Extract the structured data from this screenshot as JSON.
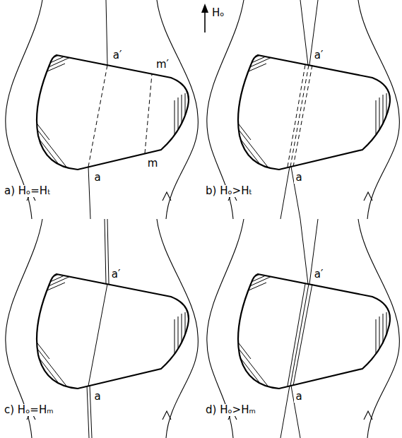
{
  "diagram": {
    "labels": [
      "Hₒ",
      "a′",
      "m′",
      "m",
      "a",
      "a) Hₒ=Hₜ",
      "a′",
      "a",
      "b) Hₒ>Hₜ",
      "a′",
      "a",
      "c) Hₒ=Hₘ",
      "a′",
      "a",
      "d) Hₒ>Hₘ"
    ]
  }
}
